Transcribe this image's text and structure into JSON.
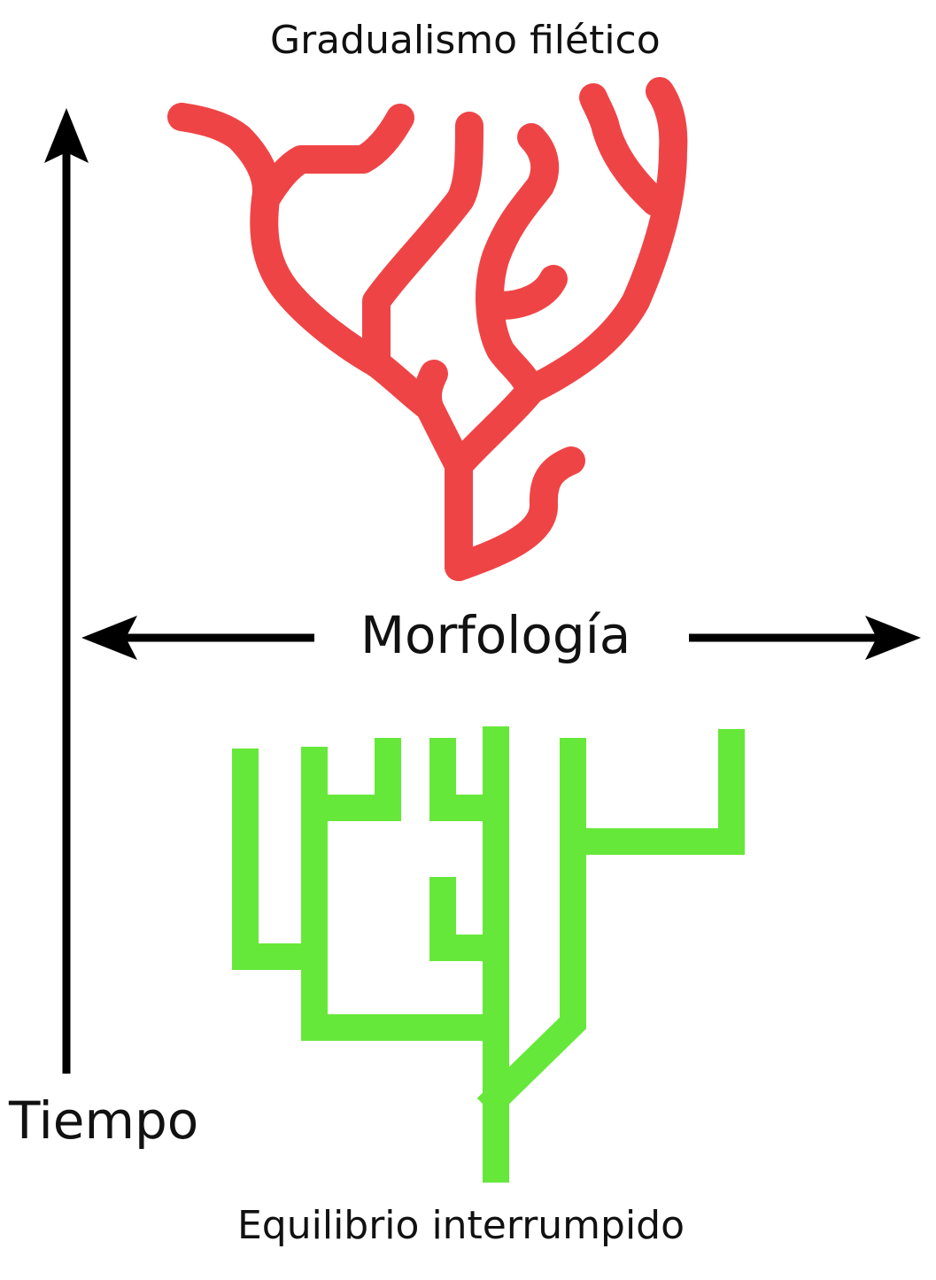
{
  "titles": {
    "top": "Gradualismo filético",
    "bottom": "Equilibrio interrumpido"
  },
  "axes": {
    "time": "Tiempo",
    "morphology": "Morfología"
  },
  "colors": {
    "gradualism": "#ef4446",
    "punctuated": "#66e83a",
    "axis": "#000000",
    "background": "#ffffff"
  }
}
